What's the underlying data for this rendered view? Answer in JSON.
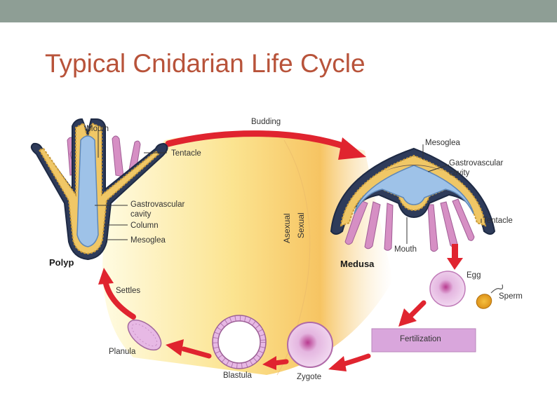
{
  "slide": {
    "title": "Typical Cnidarian Life Cycle",
    "accent_color": "#b8533a",
    "header_bar_color": "#8e9e95"
  },
  "diagram": {
    "top_arrow_label": "Budding",
    "divider_labels": {
      "asexual": "Asexual",
      "sexual": "Sexual"
    },
    "polyp": {
      "name": "Polyp",
      "labels": {
        "mouth": "Mouth",
        "tentacle": "Tentacle",
        "gastrovascular_cavity_line1": "Gastrovascular",
        "gastrovascular_cavity_line2": "cavity",
        "column": "Column",
        "mesoglea": "Mesoglea"
      }
    },
    "medusa": {
      "name": "Medusa",
      "labels": {
        "mesoglea": "Mesoglea",
        "gastrovascular_cavity_line1": "Gastrovascular",
        "gastrovascular_cavity_line2": "cavity",
        "tentacle": "Tentacle",
        "mouth": "Mouth"
      }
    },
    "stages": {
      "egg": "Egg",
      "sperm": "Sperm",
      "fertilization": "Fertilization",
      "zygote": "Zygote",
      "blastula": "Blastula",
      "planula": "Planula",
      "settles": "Settles"
    },
    "colors": {
      "arrow": "#e0242f",
      "tissue_blue": "#9ec2e8",
      "tentacle_pink": "#d68fc4",
      "fertilization_box": "#d9a6dc"
    }
  }
}
